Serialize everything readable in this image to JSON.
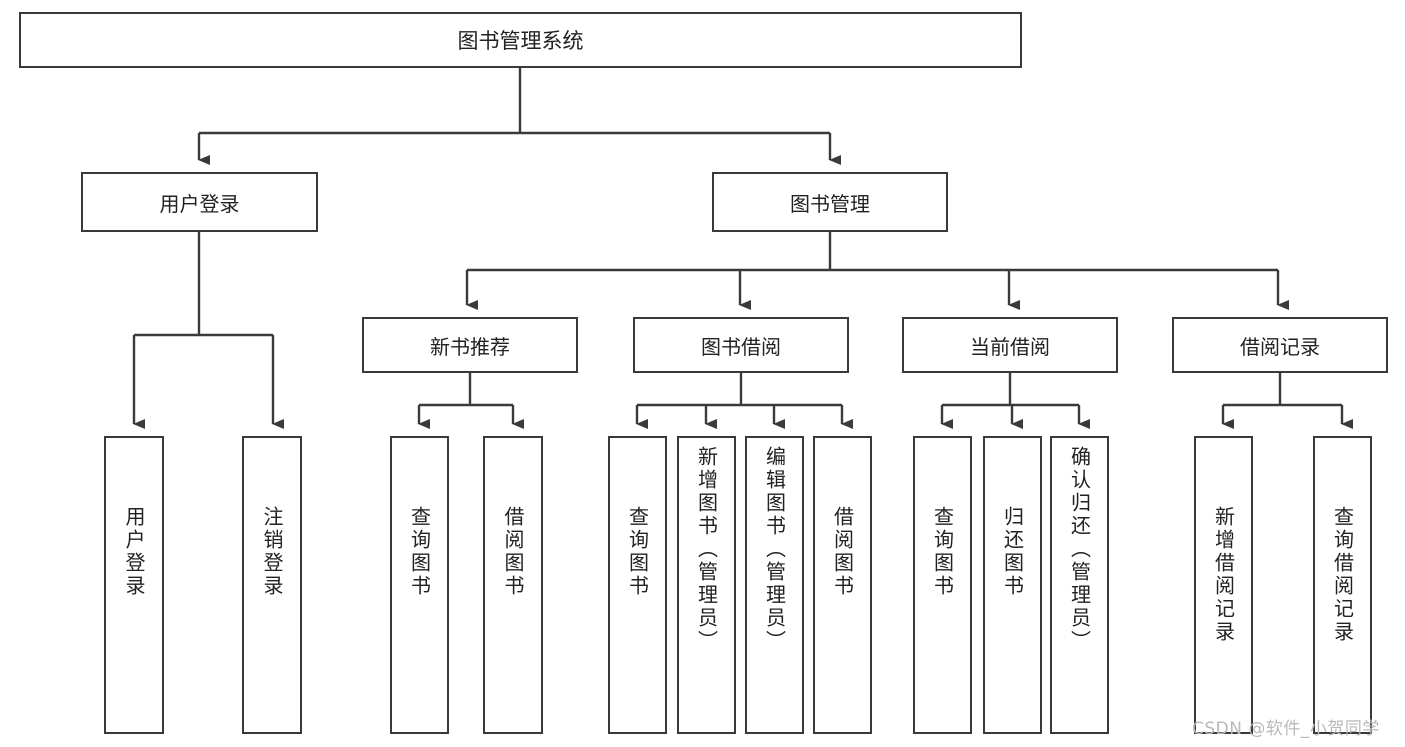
{
  "diagram": {
    "title": "图书管理系统",
    "watermark": "CSDN @软件_小贺同学",
    "colors": {
      "box_border": "#3a3a3a",
      "box_fill": "#ffffff",
      "connector": "#3a3a3a",
      "text": "#222222",
      "watermark": "#b9b9b9",
      "background": "#ffffff"
    },
    "root": {
      "label": "图书管理系统"
    },
    "level1": [
      {
        "label": "用户登录"
      },
      {
        "label": "图书管理"
      }
    ],
    "level2": [
      {
        "label": "新书推荐"
      },
      {
        "label": "图书借阅"
      },
      {
        "label": "当前借阅"
      },
      {
        "label": "借阅记录"
      }
    ],
    "leaves": {
      "user_login": [
        {
          "label": "用户登录"
        },
        {
          "label": "注销登录"
        }
      ],
      "new_book_recommend": [
        {
          "label": "查询图书"
        },
        {
          "label": "借阅图书"
        }
      ],
      "book_borrow": [
        {
          "label": "查询图书"
        },
        {
          "label": "新增图书（管理员）"
        },
        {
          "label": "编辑图书（管理员）"
        },
        {
          "label": "借阅图书"
        }
      ],
      "current_borrow": [
        {
          "label": "查询图书"
        },
        {
          "label": "归还图书"
        },
        {
          "label": "确认归还（管理员）"
        }
      ],
      "borrow_record": [
        {
          "label": "新增借阅记录"
        },
        {
          "label": "查询借阅记录"
        }
      ]
    }
  }
}
